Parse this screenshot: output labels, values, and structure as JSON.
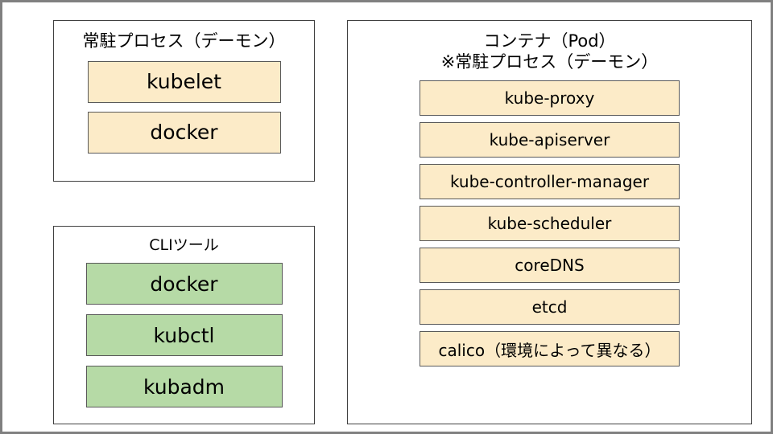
{
  "diagram": {
    "title_visible": false,
    "colors": {
      "outer_border": "#808080",
      "panel_border": "#404040",
      "box_border": "#595959",
      "cream_fill": "#FCEBC8",
      "green_fill": "#B6DAA6",
      "text": "#000000",
      "background": "#FFFFFF"
    },
    "panels": [
      {
        "id": "daemon",
        "title": "常駐プロセス（デーモン）",
        "fill": "#FCEBC8",
        "items": [
          {
            "label": "kubelet"
          },
          {
            "label": "docker"
          }
        ]
      },
      {
        "id": "cli",
        "title": "CLIツール",
        "fill": "#B6DAA6",
        "items": [
          {
            "label": "docker"
          },
          {
            "label": "kubctl"
          },
          {
            "label": "kubadm"
          }
        ]
      },
      {
        "id": "pod",
        "title": "コンテナ（Pod）\n※常駐プロセス（デーモン）",
        "fill": "#FCEBC8",
        "items": [
          {
            "label": "kube-proxy"
          },
          {
            "label": "kube-apiserver"
          },
          {
            "label": "kube-controller-manager"
          },
          {
            "label": "kube-scheduler"
          },
          {
            "label": "coreDNS"
          },
          {
            "label": "etcd"
          },
          {
            "label": "calico（環境によって異なる）"
          }
        ]
      }
    ]
  }
}
